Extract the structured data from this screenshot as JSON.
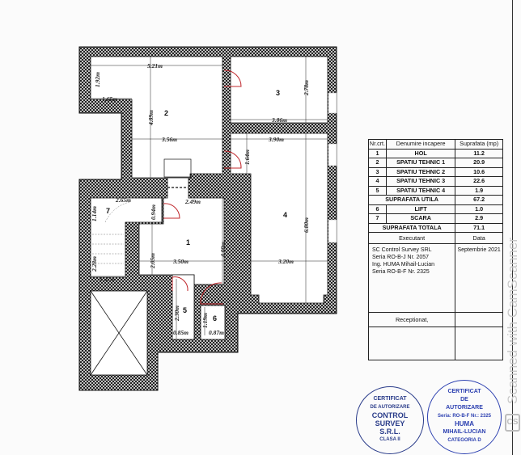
{
  "plan": {
    "rooms": {
      "r1": "1",
      "r2": "2",
      "r3": "3",
      "r4": "4",
      "r5": "5",
      "r6": "6",
      "r7": "7"
    },
    "dims": {
      "d521": "5.21m",
      "d192": "1.92m",
      "d165": "1.65m",
      "d489": "4.89m",
      "d356": "3.56m",
      "d278": "2.78m",
      "d386": "3.86m",
      "d390": "3.90m",
      "d164": "1.64m",
      "d265": "2.65m",
      "d094": "0.94m",
      "d249": "2.49m",
      "d114": "1.14m",
      "d680": "6.80m",
      "d205": "2.05m",
      "d400": "4.00m",
      "d350": "3.50m",
      "d320": "3.20m",
      "d228": "2.28m",
      "d137": "1.37m",
      "d230": "2.30m",
      "d119": "1.19m",
      "d085": "0.85m",
      "d087": "0.87m"
    },
    "colors": {
      "door": "#c0282d",
      "wall": "#111111"
    }
  },
  "table": {
    "headers": [
      "Nr.crt.",
      "Denumire incapere",
      "Suprafata (mp)"
    ],
    "rows": [
      {
        "nr": "1",
        "name": "HOL",
        "area": "11.2"
      },
      {
        "nr": "2",
        "name": "SPATIU TEHNIC 1",
        "area": "20.9"
      },
      {
        "nr": "3",
        "name": "SPATIU TEHNIC 2",
        "area": "10.6"
      },
      {
        "nr": "4",
        "name": "SPATIU TEHNIC 3",
        "area": "22.6"
      },
      {
        "nr": "5",
        "name": "SPATIU TEHNIC 4",
        "area": "1.9"
      }
    ],
    "util": {
      "label": "SUPRAFATA UTILA",
      "area": "67.2"
    },
    "rows2": [
      {
        "nr": "6",
        "name": "LIFT",
        "area": "1.0"
      },
      {
        "nr": "7",
        "name": "SCARA",
        "area": "2.9"
      }
    ],
    "total": {
      "label": "SUPRAFATA TOTALA",
      "area": "71.1"
    },
    "executant_label": "Executant",
    "data_label": "Data",
    "executant_lines": [
      "SC Control Survey SRL",
      "Seria RO-B-J Nr. 2057",
      "Ing. HUMA Mihail-Lucian",
      "Seria RO-B-F Nr. 2325"
    ],
    "date": "Septembrie 2021",
    "receptionat_label": "Receptionat,"
  },
  "stamps": {
    "company": [
      "CERTIFICAT",
      "DE AUTORIZARE",
      "CONTROL",
      "SURVEY",
      "S.R.L.",
      "CLASA II"
    ],
    "person": [
      "CERTIFICAT",
      "DE",
      "AUTORIZARE",
      "Seria: RO-B-F Nr.: 2325",
      "HUMA",
      "MIHAIL-LUCIAN",
      "CATEGORIA D"
    ]
  },
  "watermark": {
    "text": "Scanned with CamScanner",
    "logo": "CS"
  }
}
